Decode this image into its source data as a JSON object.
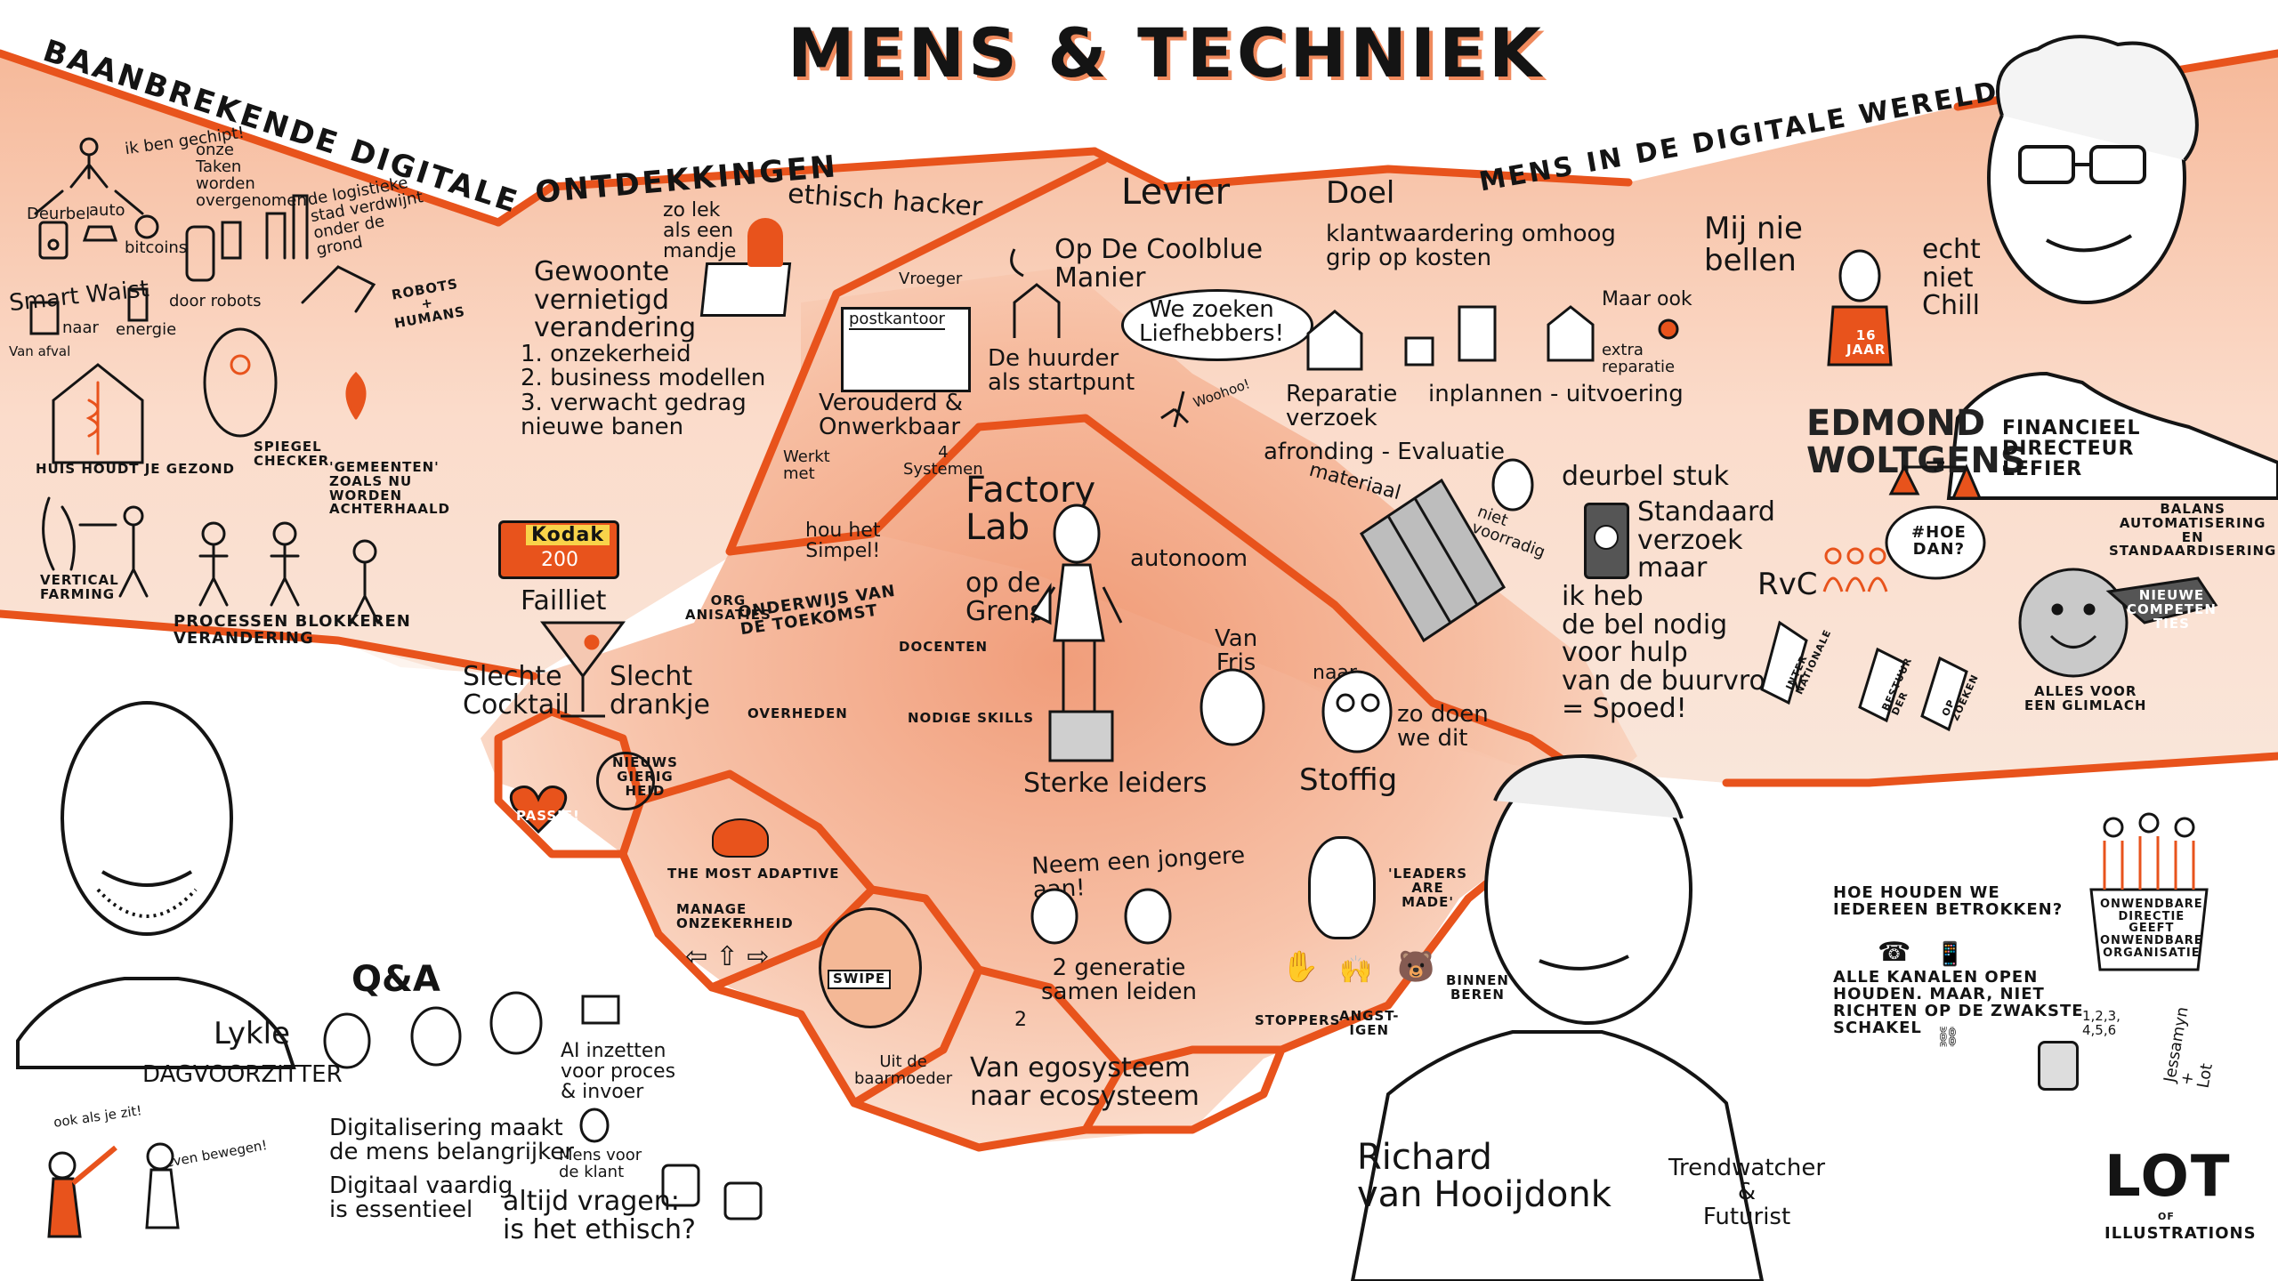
{
  "title": "MENS & TECHNIEK",
  "bands": {
    "left_a": "BAANBREKENDE DIGITALE",
    "left_b": "ONTDEKKINGEN",
    "right": "MENS IN DE DIGITALE WERELD"
  },
  "left": {
    "ik_ben_gechipt": "ik ben gechipt!",
    "onze_taken": "onze\nTaken\nworden\novergenomen",
    "logistieke": "de logistieke\nstad verdwijnt\nonder de\ngrond",
    "deurbel": "Deurbel",
    "auto": "auto",
    "bitcoins": "bitcoins",
    "door_robots": "door robots",
    "smart_waist": "Smart Waist",
    "naar": "naar",
    "energie": "energie",
    "van_afval": "Van afval",
    "robots_humans": "ROBOTS\n+\nHUMANS",
    "huis": "HUIS HOUDT JE GEZOND",
    "spiegel": "SPIEGEL\nCHECKER",
    "gemeenten": "'GEMEENTEN'\nZOALS NU\nWORDEN\nACHTERHAALD",
    "vertical": "VERTICAL\nFARMING",
    "processen": "PROCESSEN BLOKKEREN\nVERANDERING"
  },
  "center": {
    "gewoonte": "Gewoonte\nvernietigd\nverandering",
    "list": "1. onzekerheid\n2. business modellen\n3. verwacht gedrag\nnieuwe banen",
    "kodak": "Kodak",
    "kodak_200": "200",
    "failliet": "Failliet",
    "zo_lek": "zo lek\nals een\nmandje",
    "ethisch_hacker": "ethisch hacker",
    "vroeger": "Vroeger",
    "postkantoor": "postkantoor",
    "verouderd": "Verouderd &\nOnwerkbaar",
    "werkt_met": "Werkt\nmet",
    "systemen": "4\nSystemen",
    "hou_het": "hou het\nSimpel!",
    "slechte_cocktail": "Slechte\nCocktail",
    "slecht_drankje": "Slecht\ndrankje",
    "org_anisaties": "ORG\nANISATIES",
    "onderwijs": "ONDERWIJS VAN\nDE TOEKOMST",
    "docenten": "DOCENTEN",
    "overheden": "OVERHEDEN",
    "nodige_skills": "NODIGE SKILLS",
    "passie": "PASSIE!",
    "nieuwsgierigheid": "NIEUWS\nGIERIG\nHEID",
    "most_adaptive": "THE MOST ADAPTIVE",
    "manage": "MANAGE\nONZEKERHEID",
    "swipe": "SWIPE",
    "uit_de": "Uit de\nbaarmoeder"
  },
  "levier": {
    "levier": "Levier",
    "op_de": "Op De Coolblue\nManier",
    "we_zoeken": "We zoeken\nLiefhebbers!",
    "woohoo": "Woohoo!",
    "huurder": "De huurder\nals startpunt",
    "factory": "Factory\nLab",
    "autonoom": "autonoom",
    "op_de_grens": "op de\nGrens",
    "sterke": "Sterke leiders",
    "van_fris": "Van\nFris",
    "naar": "naar",
    "zo_doen": "zo doen\nwe dit",
    "stoffig": "Stoffig",
    "neem": "Neem een jongere\naan!",
    "generatie": "2 generatie\nsamen leiden",
    "two": "2",
    "ego": "Van egosysteem\nnaar ecosysteem",
    "leaders": "'LEADERS\nARE\nMADE'",
    "stoppers": "STOPPERS",
    "angsthazen": "ANGST-\nIGEN",
    "binnen": "BINNEN\nBEREN"
  },
  "doel": {
    "doel": "Doel",
    "klant": "klantwaardering omhoog\ngrip op kosten",
    "maar_ook": "Maar ook",
    "extra": "extra\nreparatie",
    "reparatie": "Reparatie\nverzoek",
    "inplannen": "inplannen - uitvoering",
    "afronding": "afronding - Evaluatie",
    "materiaal": "materiaal",
    "niet": "niet\nvoorradig"
  },
  "right": {
    "mij_nie": "Mij nie\nbellen",
    "echt": "echt\nniet\nChill",
    "jaar": "16\nJAAR",
    "edmond": "EDMOND\nWOLTGENS",
    "functie": "FINANCIEEL\nDIRECTEUR\nLEFIER",
    "deurbel_stuk": "deurbel stuk",
    "standaard": "Standaard\nverzoek\nmaar",
    "ik_heb": "ik heb\nde bel nodig\nvoor hulp\nvan de buurvrouw\n= Spoed!",
    "balans": "BALANS\nAUTOMATISERING\nEN\nSTANDAARDISERING",
    "rvc": "RvC",
    "hoe_dan": "#HOE\nDAN?",
    "nieuwe": "NIEUWE\nCOMPETEN\nTIES",
    "alles_voor": "ALLES VOOR\nEEN GLIMLACH",
    "tag1": "INTER\nNATIONALE",
    "tag2": "BESTUUR\nDER",
    "tag3": "OP\nZOEKEN"
  },
  "bottom": {
    "lykle": "Lykle",
    "dagvoorzitter": "DAGVOORZITTER",
    "ook_als": "ook als je zit!",
    "even": "even bewegen!",
    "qa": "Q&A",
    "ai": "AI inzetten\nvoor proces\n& invoer",
    "mens_voor": "Mens voor\nde klant",
    "digitalisering": "Digitalisering maakt\nde mens belangrijker",
    "digitaal": "Digitaal vaardig\nis essentieel",
    "altijd": "altijd vragen:\nis het ethisch?",
    "richard": "Richard\nvan Hooijdonk",
    "trend": "Trendwatcher\n&\nFuturist",
    "hoe_houden": "HOE HOUDEN WE\nIEDEREEN BETROKKEN?",
    "alle": "ALLE KANALEN OPEN\nHOUDEN. MAAR, NIET\nRICHTEN OP DE ZWAKSTE\nSCHAKEL",
    "nummers": "1,2,3,\n4,5,6",
    "onwendbare": "ONWENDBARE\nDIRECTIE\nGEEFT\nONWENDBARE\nORGANISATIE",
    "artist": "Jessamyn\n+\nLot",
    "lot": "LOT",
    "of": "OF",
    "illustrations": "ILLUSTRATIONS"
  },
  "colors": {
    "accent": "#e8531c",
    "band_fill": "#f7cdb5",
    "band_fill_dark": "#f2a987",
    "ink": "#141414"
  }
}
